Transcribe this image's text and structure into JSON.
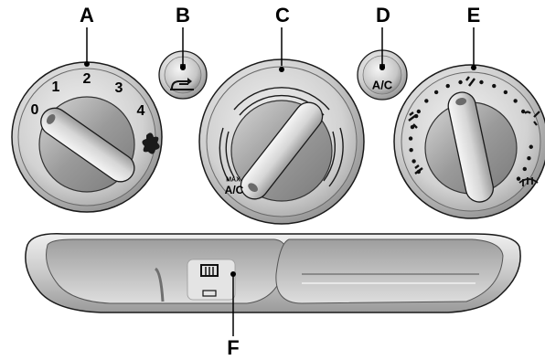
{
  "callouts": {
    "a": "A",
    "b": "B",
    "c": "C",
    "d": "D",
    "e": "E",
    "f": "F"
  },
  "fan_knob": {
    "speed_labels": [
      "0",
      "1",
      "2",
      "3",
      "4"
    ],
    "icon": "fan-icon"
  },
  "recirc_button": {
    "icon": "recirculation-icon"
  },
  "temp_knob": {
    "max_label": "MAX",
    "ac_label": "A/C"
  },
  "ac_button": {
    "label": "A/C"
  },
  "mode_knob": {
    "icons": [
      "panel-vent-icon",
      "panel-floor-icon",
      "floor-icon",
      "floor-defrost-icon",
      "defrost-icon"
    ]
  },
  "rear_defrost_button": {
    "icon": "rear-defrost-icon"
  },
  "colors": {
    "knob_light": "#f4f4f4",
    "knob_mid": "#c8c8c8",
    "knob_dark": "#8a8a8a",
    "outline": "#1a1a1a"
  }
}
